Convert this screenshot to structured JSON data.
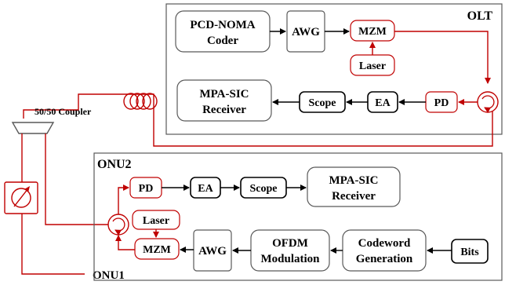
{
  "colors": {
    "optical": "#c00000",
    "electrical": "#000000",
    "frame": "#595959"
  },
  "olt": {
    "title": "OLT",
    "coder_line1": "PCD-NOMA",
    "coder_line2": "Coder",
    "awg": "AWG",
    "mzm": "MZM",
    "laser": "Laser",
    "receiver_line1": "MPA-SIC",
    "receiver_line2": "Receiver",
    "scope": "Scope",
    "ea": "EA",
    "pd": "PD"
  },
  "coupler": {
    "label": "50/50 Coupler"
  },
  "onu2": {
    "title": "ONU2",
    "pd": "PD",
    "ea": "EA",
    "scope": "Scope",
    "receiver_line1": "MPA-SIC",
    "receiver_line2": "Receiver",
    "laser": "Laser",
    "mzm": "MZM",
    "awg": "AWG",
    "ofdm_line1": "OFDM",
    "ofdm_line2": "Modulation",
    "codeword_line1": "Codeword",
    "codeword_line2": "Generation",
    "bits": "Bits"
  },
  "onu1": {
    "label": "ONU1"
  },
  "icons": [
    "fiber-spool-icon",
    "circulator-icon",
    "attenuator-icon",
    "coupler-icon"
  ]
}
